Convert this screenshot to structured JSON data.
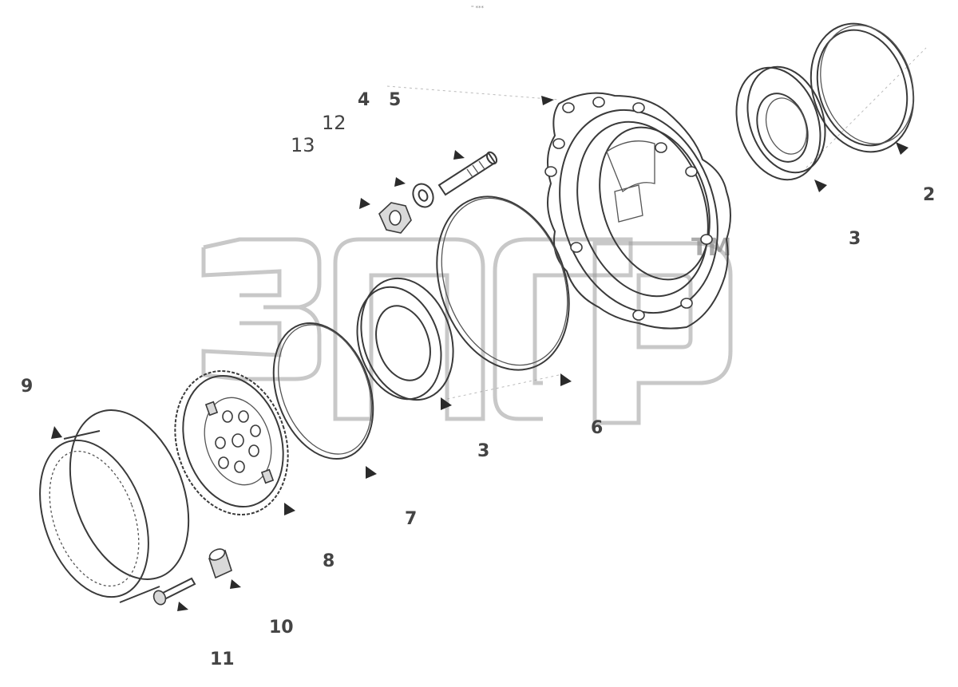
{
  "header_mark": "\" ***",
  "watermark": {
    "text": "зпср",
    "trademark": "TM"
  },
  "callouts": [
    {
      "label": "2"
    },
    {
      "label": "3"
    },
    {
      "label": "4"
    },
    {
      "label": "5"
    },
    {
      "label": "12"
    },
    {
      "label": "13"
    },
    {
      "label": "6"
    },
    {
      "label": "3"
    },
    {
      "label": "7"
    },
    {
      "label": "8"
    },
    {
      "label": "9"
    },
    {
      "label": "10"
    },
    {
      "label": "11"
    }
  ],
  "parts": [
    {
      "id": "9",
      "name": "ring-gear"
    },
    {
      "id": "8",
      "name": "sprocket-plate"
    },
    {
      "id": "7",
      "name": "o-ring-small"
    },
    {
      "id": "3",
      "name": "seal"
    },
    {
      "id": "6",
      "name": "flange-housing"
    },
    {
      "id": "2",
      "name": "outer-ring"
    },
    {
      "id": "10",
      "name": "bushing"
    },
    {
      "id": "11",
      "name": "bolt"
    },
    {
      "id": "4",
      "name": "washer"
    },
    {
      "id": "5",
      "name": "stud"
    },
    {
      "id": "12",
      "name": "lock-washer"
    },
    {
      "id": "13",
      "name": "hex-nut"
    }
  ]
}
